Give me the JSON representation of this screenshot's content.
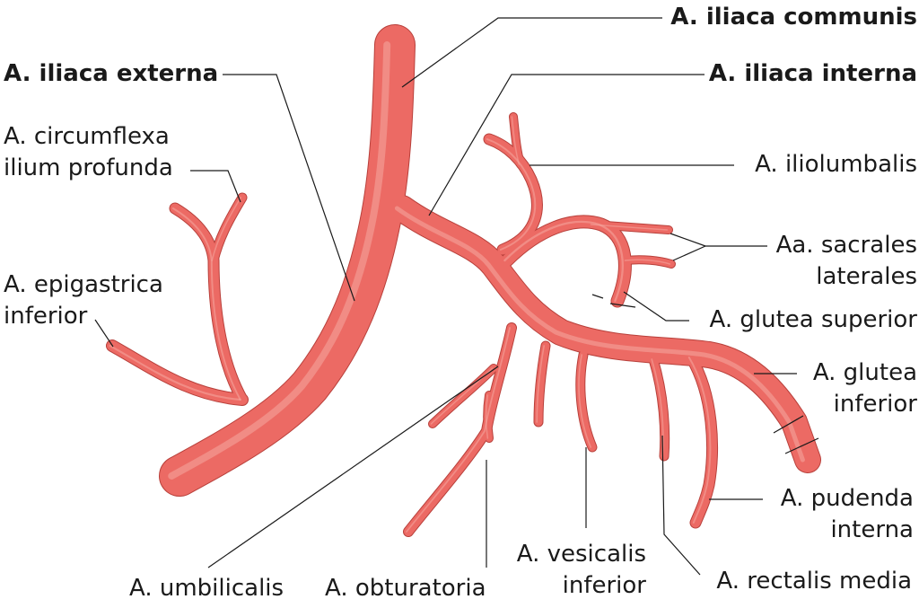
{
  "colors": {
    "vessel": "#ec6a64",
    "vessel_edge": "#b8403b",
    "highlight": "#f6a8a0",
    "leader": "#1a1a1a",
    "background": "#ffffff"
  },
  "labels": {
    "iliaca_communis": "A. iliaca communis",
    "iliaca_externa": "A. iliaca externa",
    "iliaca_interna": "A. iliaca interna",
    "circumflexa_line1": "A. circumflexa",
    "circumflexa_line2": "ilium profunda",
    "iliolumbalis": "A. iliolumbalis",
    "sacrales_line1": "Aa. sacrales",
    "sacrales_line2": "laterales",
    "epigastrica_line1": "A. epigastrica",
    "epigastrica_line2": "inferior",
    "glutea_superior": "A. glutea superior",
    "glutea_inferior_line1": "A. glutea",
    "glutea_inferior_line2": "inferior",
    "pudenda_line1": "A. pudenda",
    "pudenda_line2": "interna",
    "vesicalis_line1": "A. vesicalis",
    "vesicalis_line2": "inferior",
    "rectalis_media": "A. rectalis media",
    "umbilicalis": "A. umbilicalis",
    "obturatoria": "A. obturatoria"
  }
}
